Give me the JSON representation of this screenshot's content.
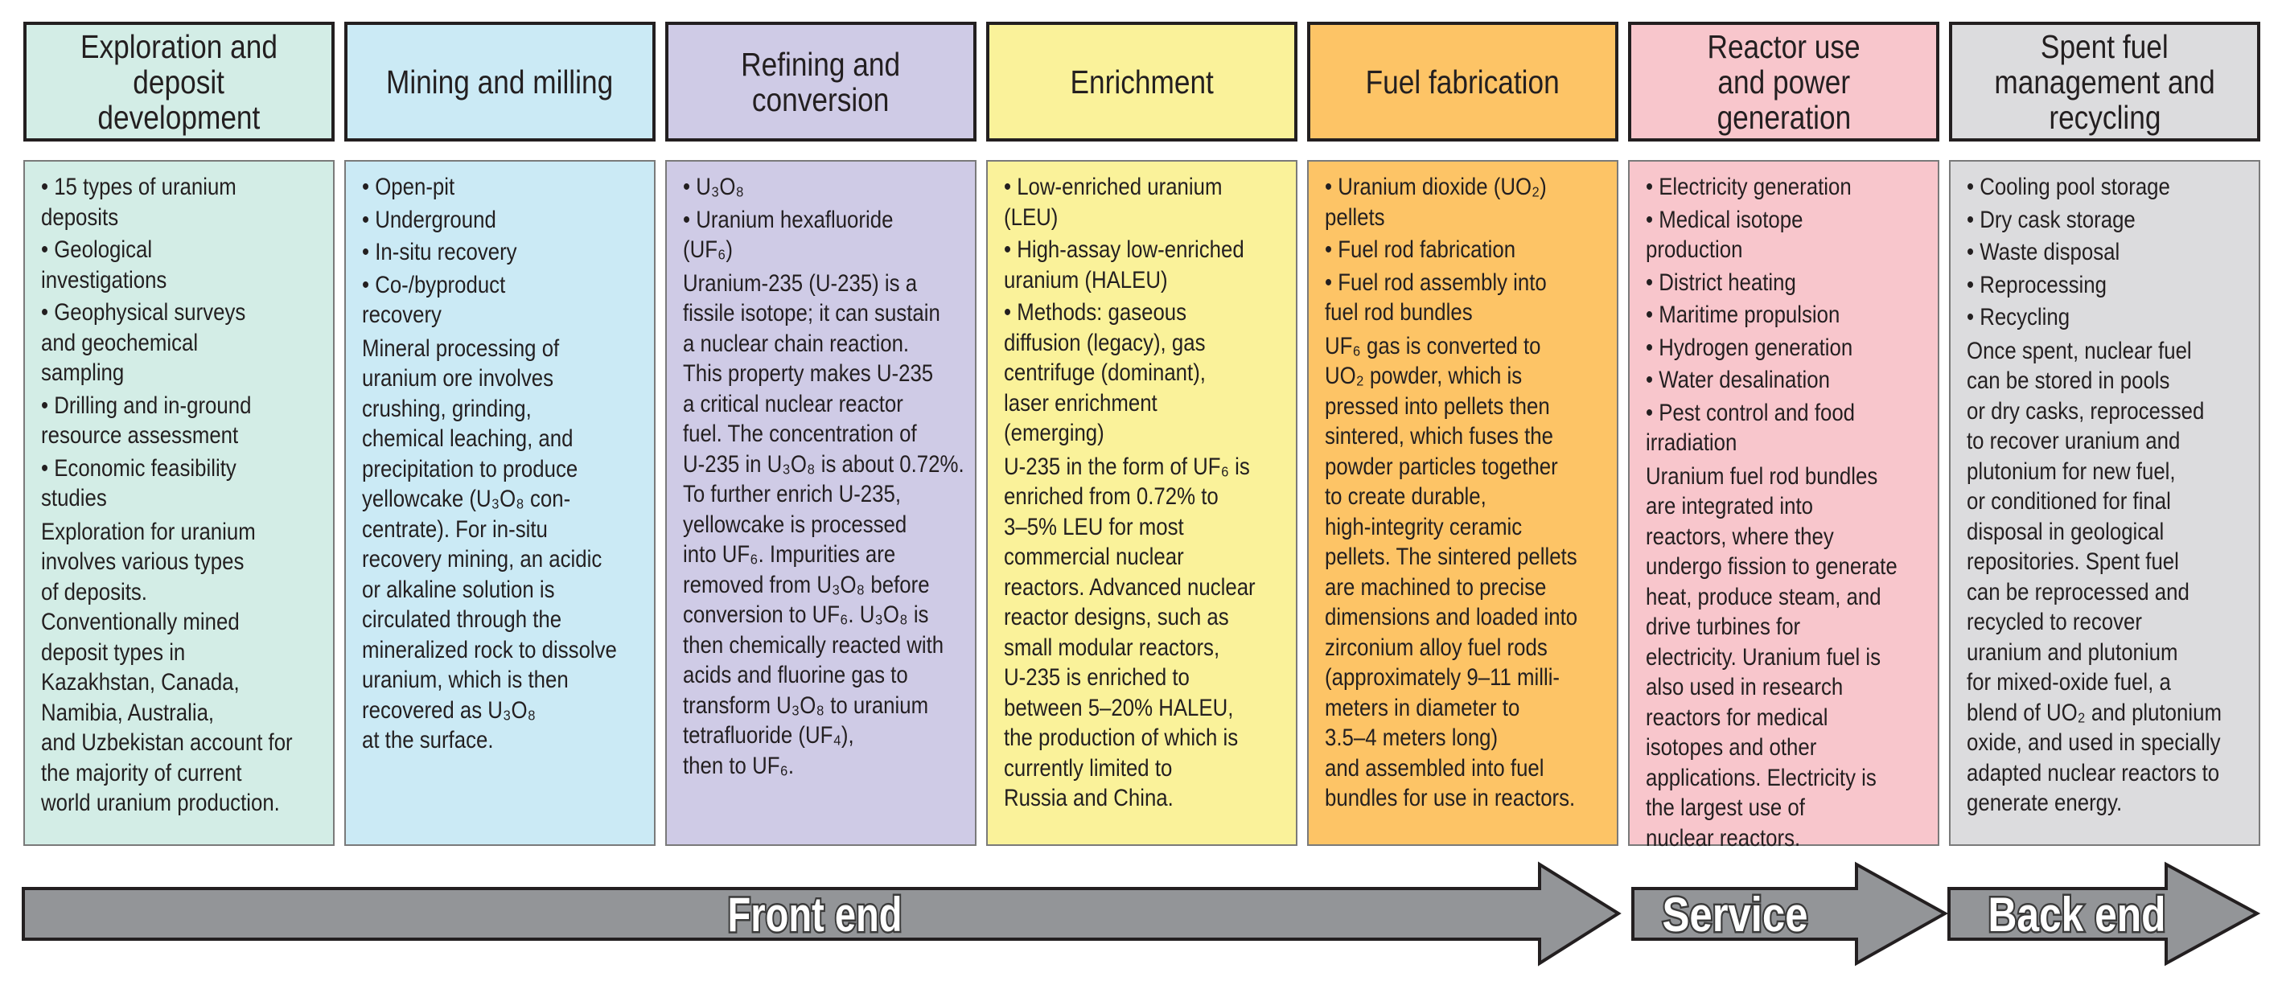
{
  "colors": {
    "arrow_fill": "#939598",
    "arrow_stroke": "#231f20"
  },
  "columns": [
    {
      "color": "#d3ede6",
      "title": [
        "Exploration and",
        "deposit",
        "development"
      ],
      "bullets": [
        [
          "15 types of uranium",
          "deposits"
        ],
        [
          "Geological",
          "investigations"
        ],
        [
          "Geophysical surveys",
          "and geochemical",
          "sampling"
        ],
        [
          "Drilling and in-ground",
          "resource assessment"
        ],
        [
          "Economic feasibility",
          "studies"
        ]
      ],
      "text": [
        "Exploration for uranium",
        "involves various types",
        "of deposits.",
        "Conventionally mined",
        "deposit types in",
        "Kazakhstan, Canada,",
        "Namibia, Australia,",
        "and Uzbekistan account for",
        "the majority of current",
        "world uranium production."
      ]
    },
    {
      "color": "#cbeaf5",
      "title": [
        "Mining and milling"
      ],
      "bullets": [
        [
          "Open-pit"
        ],
        [
          "Underground"
        ],
        [
          "In-situ recovery"
        ],
        [
          "Co-/byproduct",
          "recovery"
        ]
      ],
      "text": [
        "Mineral processing of",
        "uranium ore involves",
        "crushing, grinding,",
        "chemical leaching, and",
        "precipitation to produce",
        "yellowcake (U₃O₈ con-",
        "centrate). For in-situ",
        "recovery mining, an acidic",
        "or alkaline solution is",
        "circulated through the",
        "mineralized rock to dissolve",
        "uranium, which is then",
        "recovered as U₃O₈",
        "at the surface."
      ]
    },
    {
      "color": "#cfcbe6",
      "title": [
        "Refining and",
        "conversion"
      ],
      "bullets": [
        [
          "U₃O₈"
        ],
        [
          "Uranium hexafluoride",
          "(UF₆)"
        ]
      ],
      "text": [
        "Uranium-235 (U-235) is a",
        "fissile isotope; it can sustain",
        "a nuclear chain reaction.",
        "This property makes U-235",
        "a critical nuclear reactor",
        "fuel. The concentration of",
        "U-235 in U₃O₈ is about 0.72%.",
        "To further enrich U-235,",
        "yellowcake is processed",
        "into UF₆. Impurities are",
        "removed from U₃O₈ before",
        "conversion to UF₆. U₃O₈ is",
        "then chemically reacted with",
        "acids and fluorine gas to",
        "transform U₃O₈ to uranium",
        "tetrafluoride (UF₄),",
        "then to UF₆."
      ]
    },
    {
      "color": "#faf29a",
      "title": [
        "Enrichment"
      ],
      "bullets": [
        [
          "Low-enriched uranium",
          "(LEU)"
        ],
        [
          "High-assay low-enriched",
          "uranium (HALEU)"
        ],
        [
          "Methods: gaseous",
          "diffusion (legacy), gas",
          "centrifuge (dominant),",
          "laser enrichment",
          "(emerging)"
        ]
      ],
      "text": [
        "U-235 in the form of UF₆ is",
        "enriched from 0.72% to",
        "3–5% LEU for most",
        "commercial nuclear",
        "reactors. Advanced nuclear",
        "reactor designs, such as",
        "small modular reactors,",
        "U-235 is enriched to",
        "between 5–20% HALEU,",
        "the production of which is",
        "currently limited to",
        "Russia and China."
      ]
    },
    {
      "color": "#fdc466",
      "title": [
        "Fuel fabrication"
      ],
      "bullets": [
        [
          "Uranium dioxide (UO₂)",
          "pellets"
        ],
        [
          "Fuel rod fabrication"
        ],
        [
          "Fuel rod assembly into",
          "fuel rod bundles"
        ]
      ],
      "text": [
        "UF₆ gas is converted to",
        "UO₂ powder, which is",
        "pressed into pellets then",
        "sintered, which fuses the",
        "powder particles together",
        "to create durable,",
        "high-integrity ceramic",
        "pellets. The sintered pellets",
        "are machined to precise",
        "dimensions and loaded into",
        "zirconium alloy fuel rods",
        "(approximately 9–11 milli-",
        "meters in diameter to",
        "3.5–4 meters long)",
        "and assembled into fuel",
        "bundles for use in reactors."
      ]
    },
    {
      "color": "#f8c6cc",
      "title": [
        "Reactor use",
        "and power",
        "generation"
      ],
      "bullets": [
        [
          "Electricity generation"
        ],
        [
          "Medical isotope",
          "production"
        ],
        [
          "District heating"
        ],
        [
          "Maritime propulsion"
        ],
        [
          "Hydrogen generation"
        ],
        [
          "Water desalination"
        ],
        [
          "Pest control and food",
          "irradiation"
        ]
      ],
      "text": [
        "Uranium fuel rod bundles",
        "are integrated into",
        "reactors, where they",
        "undergo fission to generate",
        "heat, produce steam, and",
        "drive turbines for",
        "electricity. Uranium fuel is",
        "also used in research",
        "reactors for medical",
        "isotopes and other",
        "applications. Electricity is",
        "the largest use of",
        "nuclear reactors."
      ]
    },
    {
      "color": "#dcdcde",
      "title": [
        "Spent fuel",
        "management and",
        "recycling"
      ],
      "bullets": [
        [
          "Cooling pool storage"
        ],
        [
          "Dry cask storage"
        ],
        [
          "Waste disposal"
        ],
        [
          "Reprocessing"
        ],
        [
          "Recycling"
        ]
      ],
      "text": [
        "Once spent, nuclear fuel",
        "can be stored in pools",
        "or dry casks, reprocessed",
        "to recover uranium and",
        "plutonium for new fuel,",
        "or conditioned for final",
        "disposal in geological",
        "repositories. Spent fuel",
        "can be reprocessed and",
        "recycled to recover",
        "uranium and plutonium",
        "for mixed-oxide fuel, a",
        "blend of UO₂ and plutonium",
        "oxide, and used in specially",
        "adapted nuclear reactors to",
        "generate energy."
      ]
    }
  ],
  "arrows": {
    "front_end": "Front end",
    "service": "Service",
    "back_end": "Back end"
  }
}
